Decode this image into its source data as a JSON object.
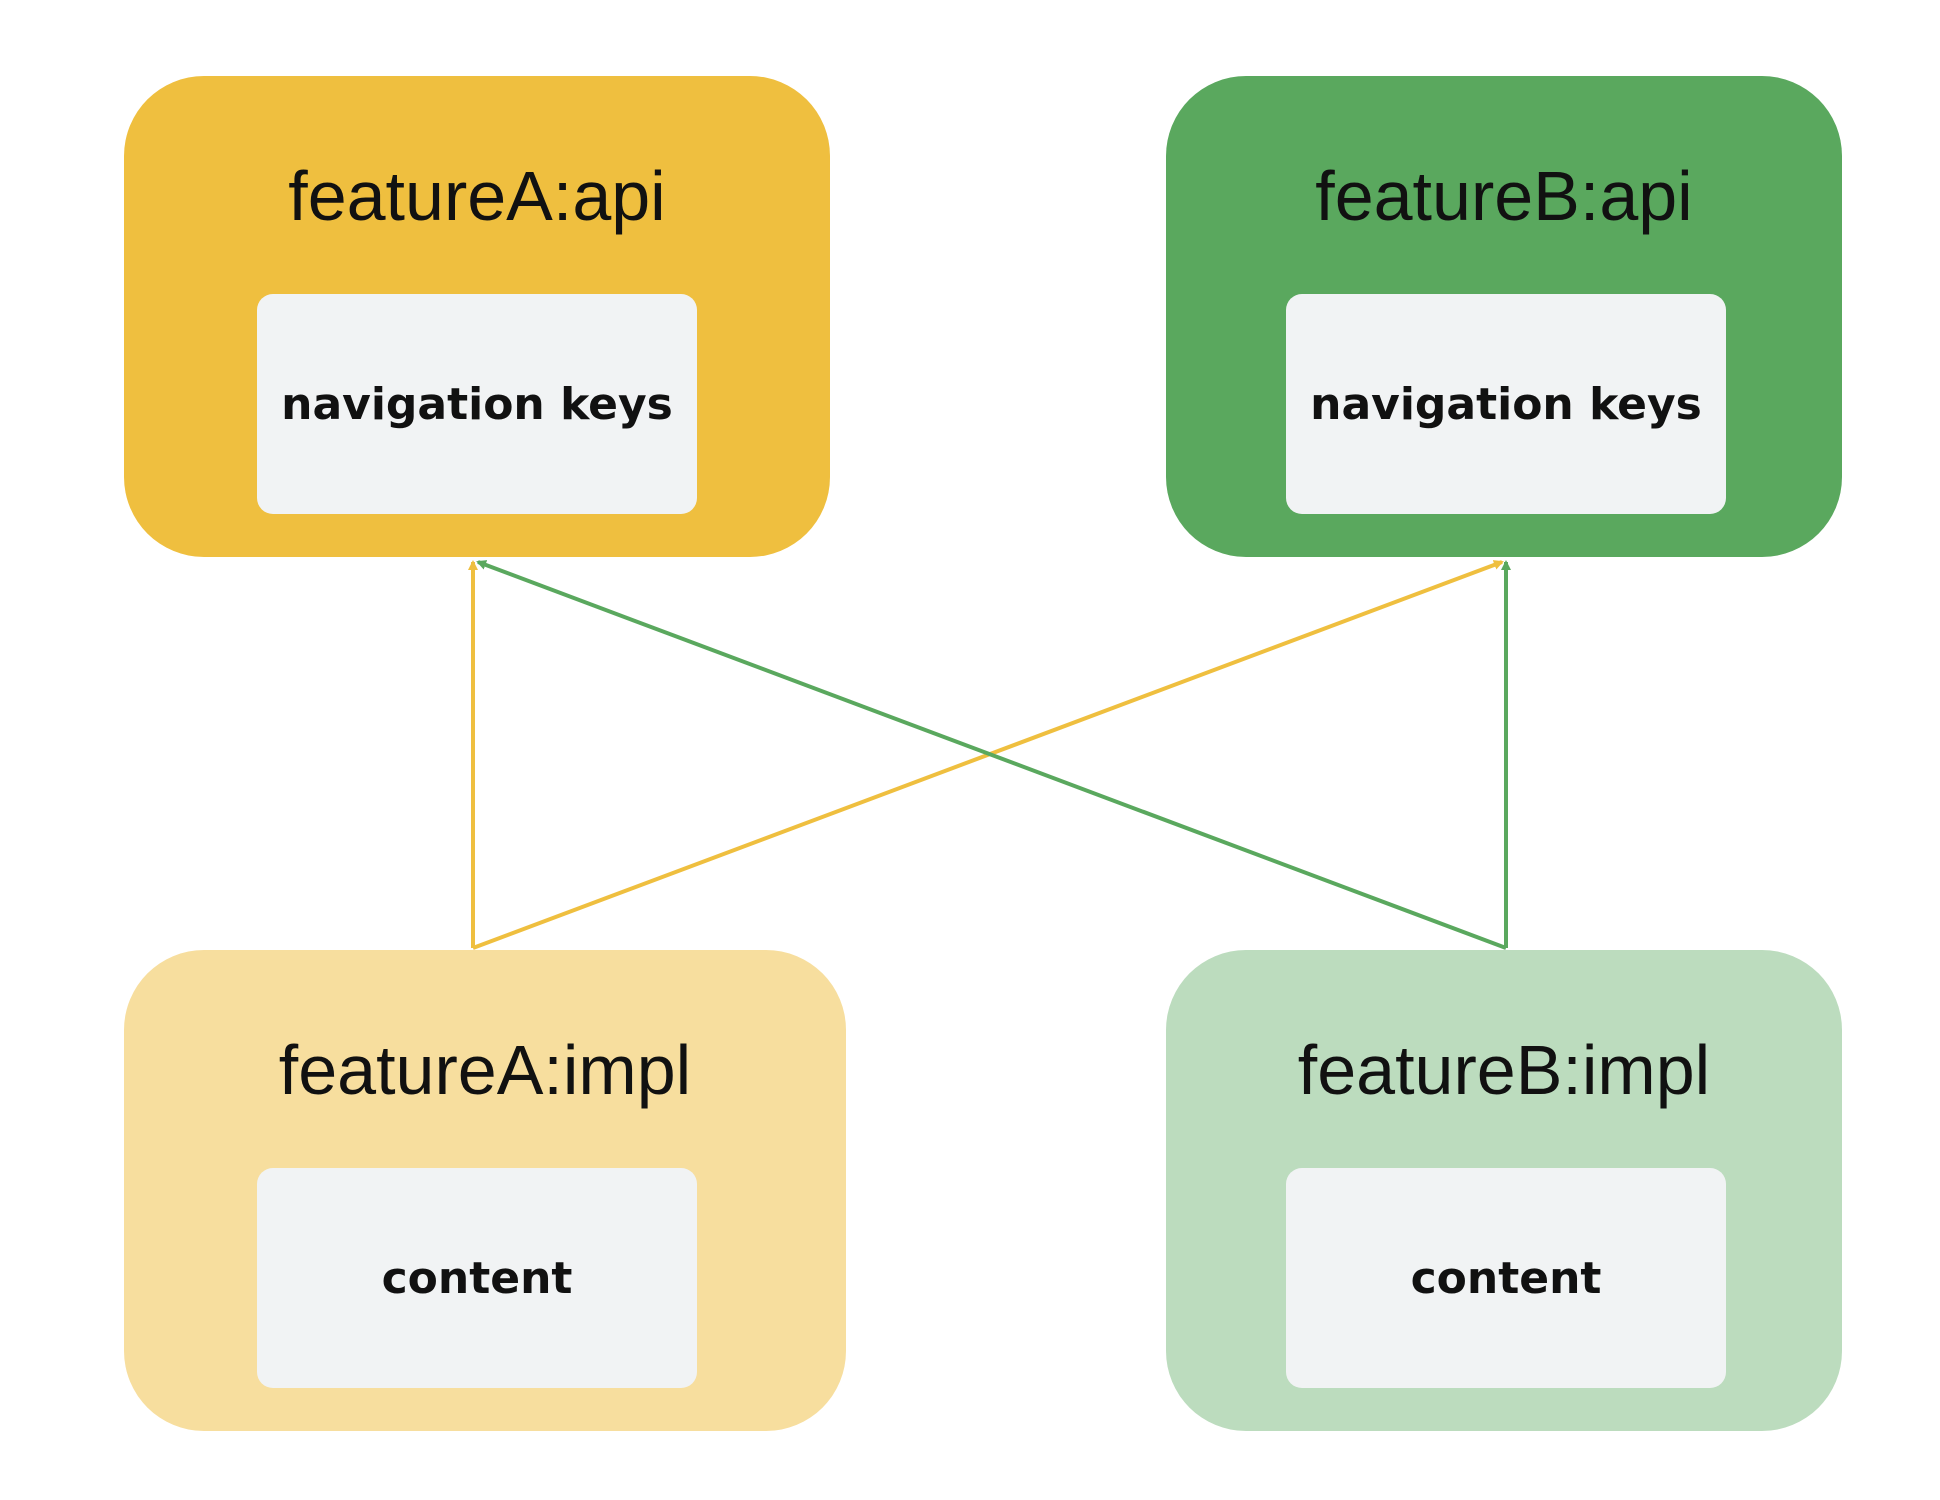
{
  "colors": {
    "featureA_api_fill": "#efbf3f",
    "featureB_api_fill": "#5aa85e",
    "featureA_impl_fill": "#f7de9e",
    "featureB_impl_fill": "#bcdcbe",
    "inner_fill": "#f1f3f4",
    "featureA_arrow": "#efbf3f",
    "featureB_arrow": "#5aa85e"
  },
  "modules": {
    "featureA_api": {
      "title": "featureA:api",
      "inner_label": "navigation keys"
    },
    "featureB_api": {
      "title": "featureB:api",
      "inner_label": "navigation keys"
    },
    "featureA_impl": {
      "title": "featureA:impl",
      "inner_label": "content"
    },
    "featureB_impl": {
      "title": "featureB:impl",
      "inner_label": "content"
    }
  },
  "edges": [
    {
      "from": "featureA:impl",
      "to": "featureA:api",
      "color_key": "featureA_arrow"
    },
    {
      "from": "featureA:impl",
      "to": "featureB:api",
      "color_key": "featureA_arrow"
    },
    {
      "from": "featureB:impl",
      "to": "featureB:api",
      "color_key": "featureB_arrow"
    },
    {
      "from": "featureB:impl",
      "to": "featureA:api",
      "color_key": "featureB_arrow"
    }
  ]
}
